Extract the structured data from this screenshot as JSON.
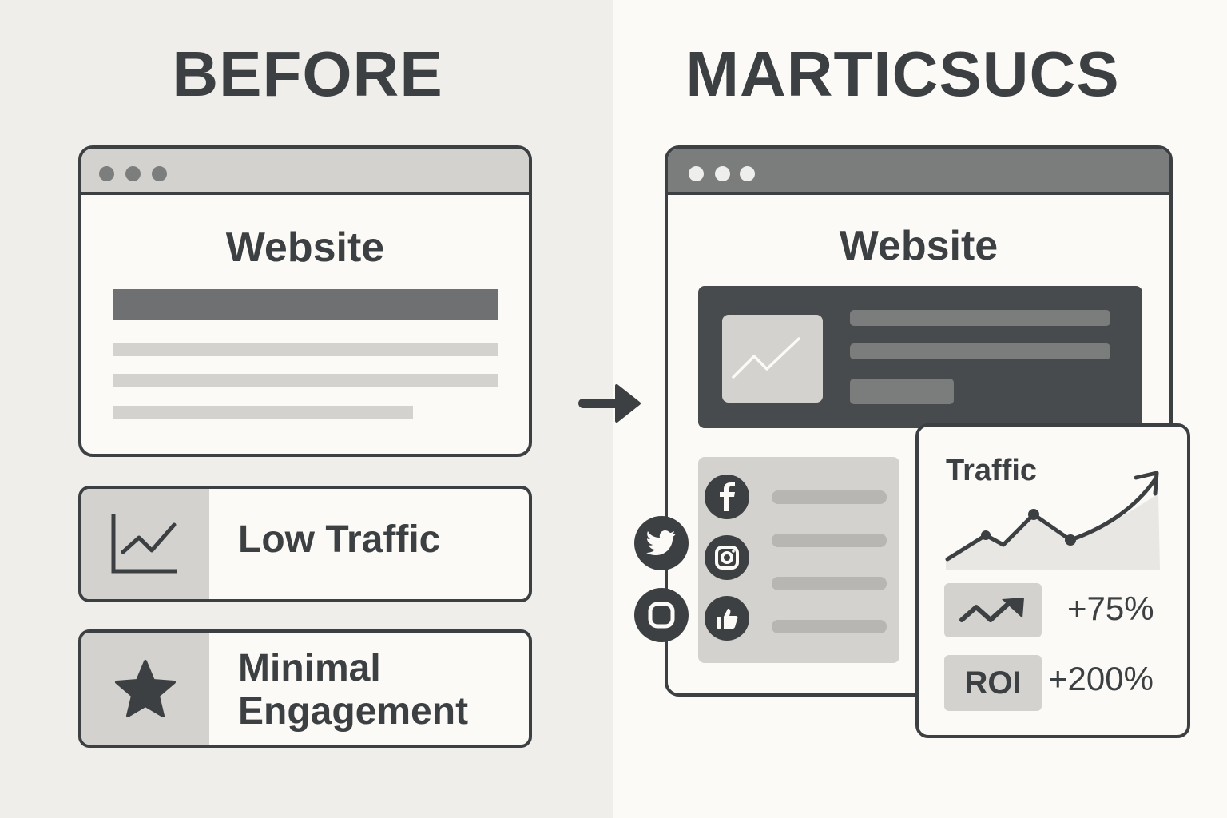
{
  "before": {
    "heading": "BEFORE",
    "window": {
      "title": "Website",
      "colors": {
        "titlebar": "#d3d2ce",
        "dots": "#7c7e7e",
        "header_bar": "#6e7071",
        "text_lines": "#d3d2ce"
      }
    },
    "cards": [
      {
        "label": "Low Traffic",
        "icon": "line-chart-icon"
      },
      {
        "label_line1": "Minimal",
        "label_line2": "Engagement",
        "icon": "star-icon"
      }
    ]
  },
  "transition": {
    "icon": "arrow-right-icon"
  },
  "after": {
    "heading": "MARTICSUCS",
    "window": {
      "title": "Website",
      "colors": {
        "titlebar": "#7b7d7d",
        "dots": "#eeeeec",
        "hero": "#474b4d"
      }
    },
    "hero": {
      "thumb_icon": "trend-line-icon"
    },
    "social_icons": [
      "facebook-icon",
      "instagram-icon",
      "thumbs-up-icon"
    ],
    "outer_social_icons": [
      "twitter-icon",
      "instagram-outline-icon"
    ],
    "traffic_card": {
      "title": "Traffic",
      "growth_icon": "trending-up-icon",
      "growth_value": "+75%",
      "roi_label": "ROI",
      "roi_value": "+200%"
    }
  },
  "colors": {
    "ink": "#3c4042",
    "left_background": "#efeeeb",
    "right_background": "#fbfaf7",
    "panel_gray": "#d3d2ce"
  }
}
